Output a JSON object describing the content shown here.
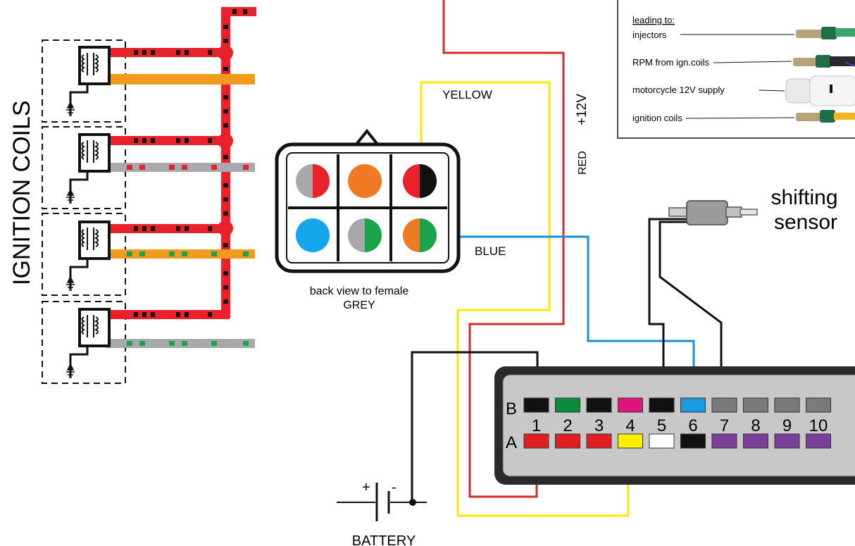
{
  "labels": {
    "ignition_coils": "IGNITION COILS",
    "yellow": "YELLOW",
    "plus12v": "+12V",
    "red": "RED",
    "blue": "BLUE",
    "connector_caption_1": "back view to female",
    "connector_caption_2": "GREY",
    "shifting_1": "shifting",
    "shifting_2": "sensor",
    "battery": "BATTERY",
    "battery_plus": "+",
    "battery_minus": "-",
    "row_b": "B",
    "row_a": "A"
  },
  "legend": {
    "heading": "leading to:",
    "items": [
      "injectors",
      "RPM from ign.coils",
      "motorcycle 12V supply",
      "ignition coils"
    ]
  },
  "pin_numbers": [
    "1",
    "2",
    "3",
    "4",
    "5",
    "6",
    "7",
    "8",
    "9",
    "10"
  ],
  "pins": {
    "row_b_colors": [
      "#111111",
      "#0d8a3c",
      "#111111",
      "#e0147c",
      "#111111",
      "#1a9be0",
      "#7a7a7a",
      "#7a7a7a",
      "#7a7a7a",
      "#7a7a7a"
    ],
    "row_a_colors": [
      "#e02020",
      "#e02020",
      "#e02020",
      "#ffee00",
      "#ffffff",
      "#111111",
      "#7a3f98",
      "#7a3f98",
      "#7a3f98",
      "#7a3f98"
    ]
  },
  "colors": {
    "red_wire": "#e8212a",
    "yellow_wire": "#ffe600",
    "blue_wire": "#1c8fd6",
    "black_wire": "#111111",
    "orange": "#f29a1d",
    "grey": "#a7a9ac",
    "green_dash": "#1aa54a",
    "connector_body": "#c8c8c8"
  }
}
